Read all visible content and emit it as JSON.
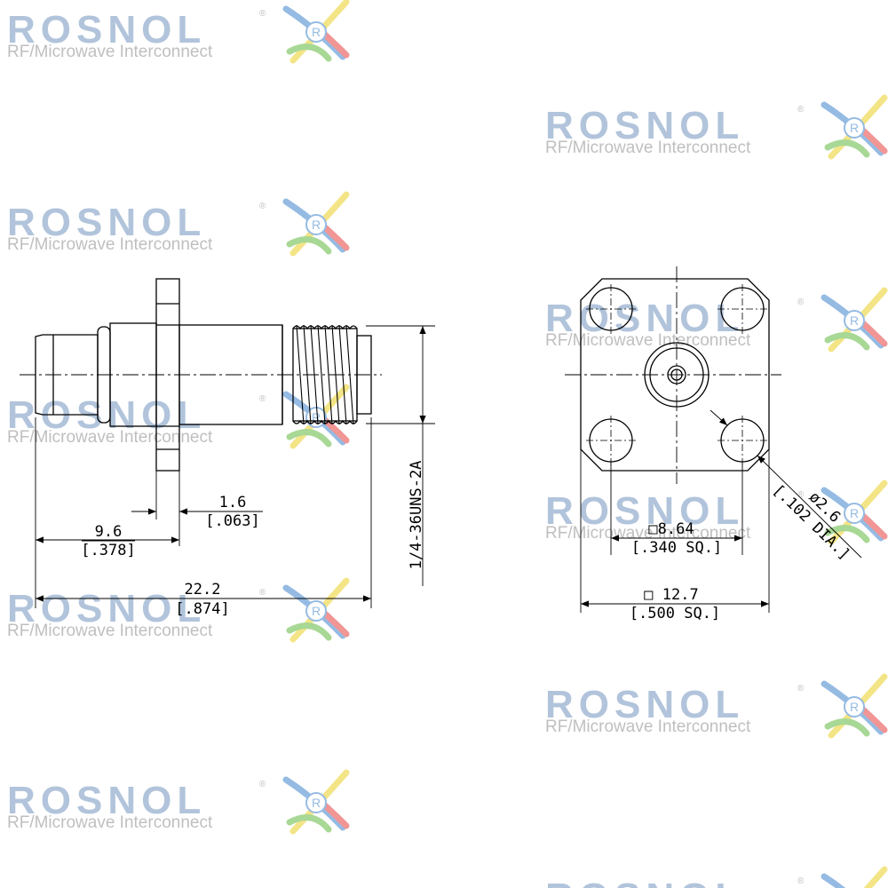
{
  "watermark": {
    "brand": "ROSNOL",
    "registered": "®",
    "tagline": "RF/Microwave Interconnect",
    "logo_letter": "R",
    "logo_icon": "rosnol-star-logo-icon",
    "colors": {
      "text": "#a9bed8",
      "tagline": "#b9b9b9",
      "logo_blue": "#8ab4e0",
      "logo_green": "#9fd48a",
      "logo_red": "#f08a8a",
      "logo_yellow": "#f2e27a"
    }
  },
  "side_view": {
    "thread_spec": "1/4-36UNS-2A",
    "dim_flange_mm": "1.6",
    "dim_flange_in": "[.063]",
    "dim_body_mm": "9.6",
    "dim_body_in": "[.378]",
    "dim_overall_mm": "22.2",
    "dim_overall_in": "[.874]"
  },
  "front_view": {
    "dim_hole_spacing": "□8.64",
    "dim_hole_spacing_in": "[.340 SQ.]",
    "dim_flange": "□ 12.7",
    "dim_flange_in": "[.500 SQ.]",
    "dim_hole_dia": "ø2.6",
    "dim_hole_dia_in": "[.102 DIA.]"
  }
}
